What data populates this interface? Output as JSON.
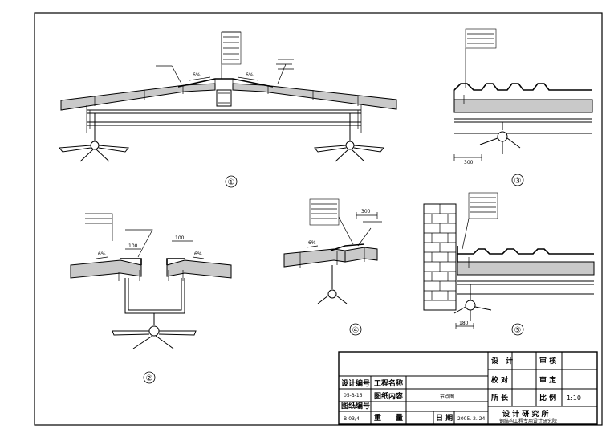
{
  "drawing": {
    "details": [
      {
        "number": "①"
      },
      {
        "number": "②"
      },
      {
        "number": "③"
      },
      {
        "number": "④"
      },
      {
        "number": "⑤"
      }
    ],
    "dimensions": {
      "d1_left": "6%",
      "d1_right": "6%",
      "d2_left": "6%",
      "d2_gap1": "100",
      "d2_gap2": "100",
      "d2_right": "6%",
      "d3_bottom": "300",
      "d4_top": "300",
      "d4_slope": "6%",
      "d5_bottom": "180"
    }
  },
  "title_block": {
    "row1": {
      "design_label": "设　计",
      "review_label": "审 核"
    },
    "row2": {
      "design_no_label": "设计编号",
      "design_no_value": "05-B-16",
      "project_label": "工程名称",
      "check_label": "校 对",
      "approve_label": "审 定"
    },
    "row3": {
      "drawing_no_label": "图纸编号",
      "drawing_no_value": "B-03/4",
      "content_label": "图纸内容",
      "content_value": "节点图",
      "director_label": "所 长",
      "scale_label": "比 例",
      "scale_value": "1:10"
    },
    "row4": {
      "weight_label": "重　　量",
      "date_label": "日 期",
      "date_value": "2005. 2. 24",
      "institute_label": "设 计 研 究 所",
      "institute_sub": "钢结构工程专用设计研究院"
    }
  }
}
